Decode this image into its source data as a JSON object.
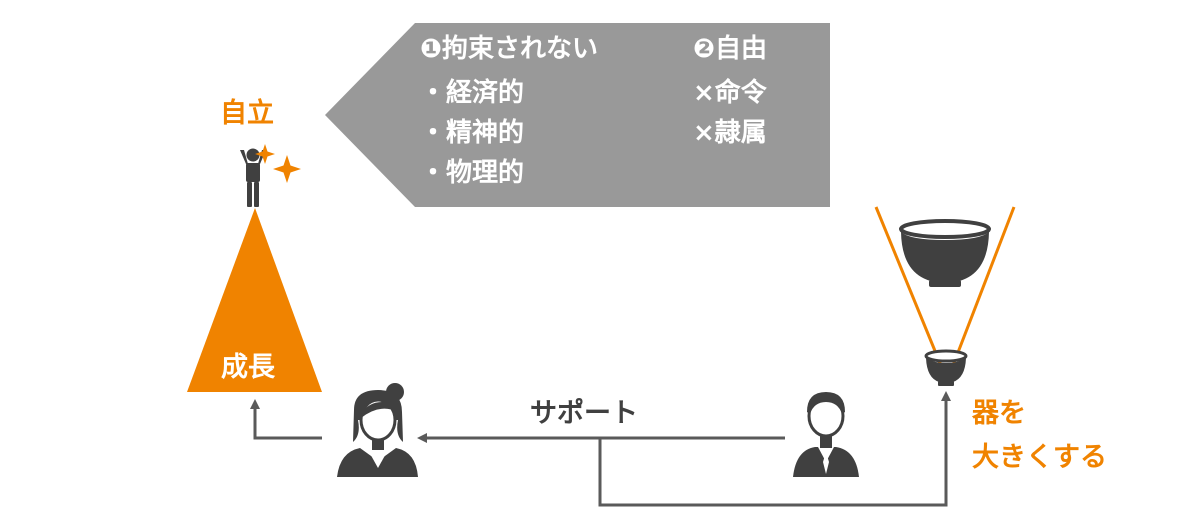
{
  "callout": {
    "left_col": [
      "❶拘束されない",
      "・経済的",
      "・精神的",
      "・物理的"
    ],
    "right_col": [
      "❷自由",
      "×命令",
      "×隷属"
    ]
  },
  "labels": {
    "independence": "自立",
    "growth": "成長",
    "support": "サポート",
    "enlarge_line1": "器を",
    "enlarge_line2": "大きくする"
  },
  "colors": {
    "accent": "#f08300",
    "callout_bg": "#999999",
    "line": "#5a5a5a",
    "icon": "#404040"
  },
  "icons": {
    "person_top": "person-arms-raised-icon",
    "sparkles": "sparkle-icon",
    "woman": "businesswoman-icon",
    "man": "businessman-icon",
    "big_bowl": "bowl-large-icon",
    "small_bowl": "bowl-small-icon"
  }
}
